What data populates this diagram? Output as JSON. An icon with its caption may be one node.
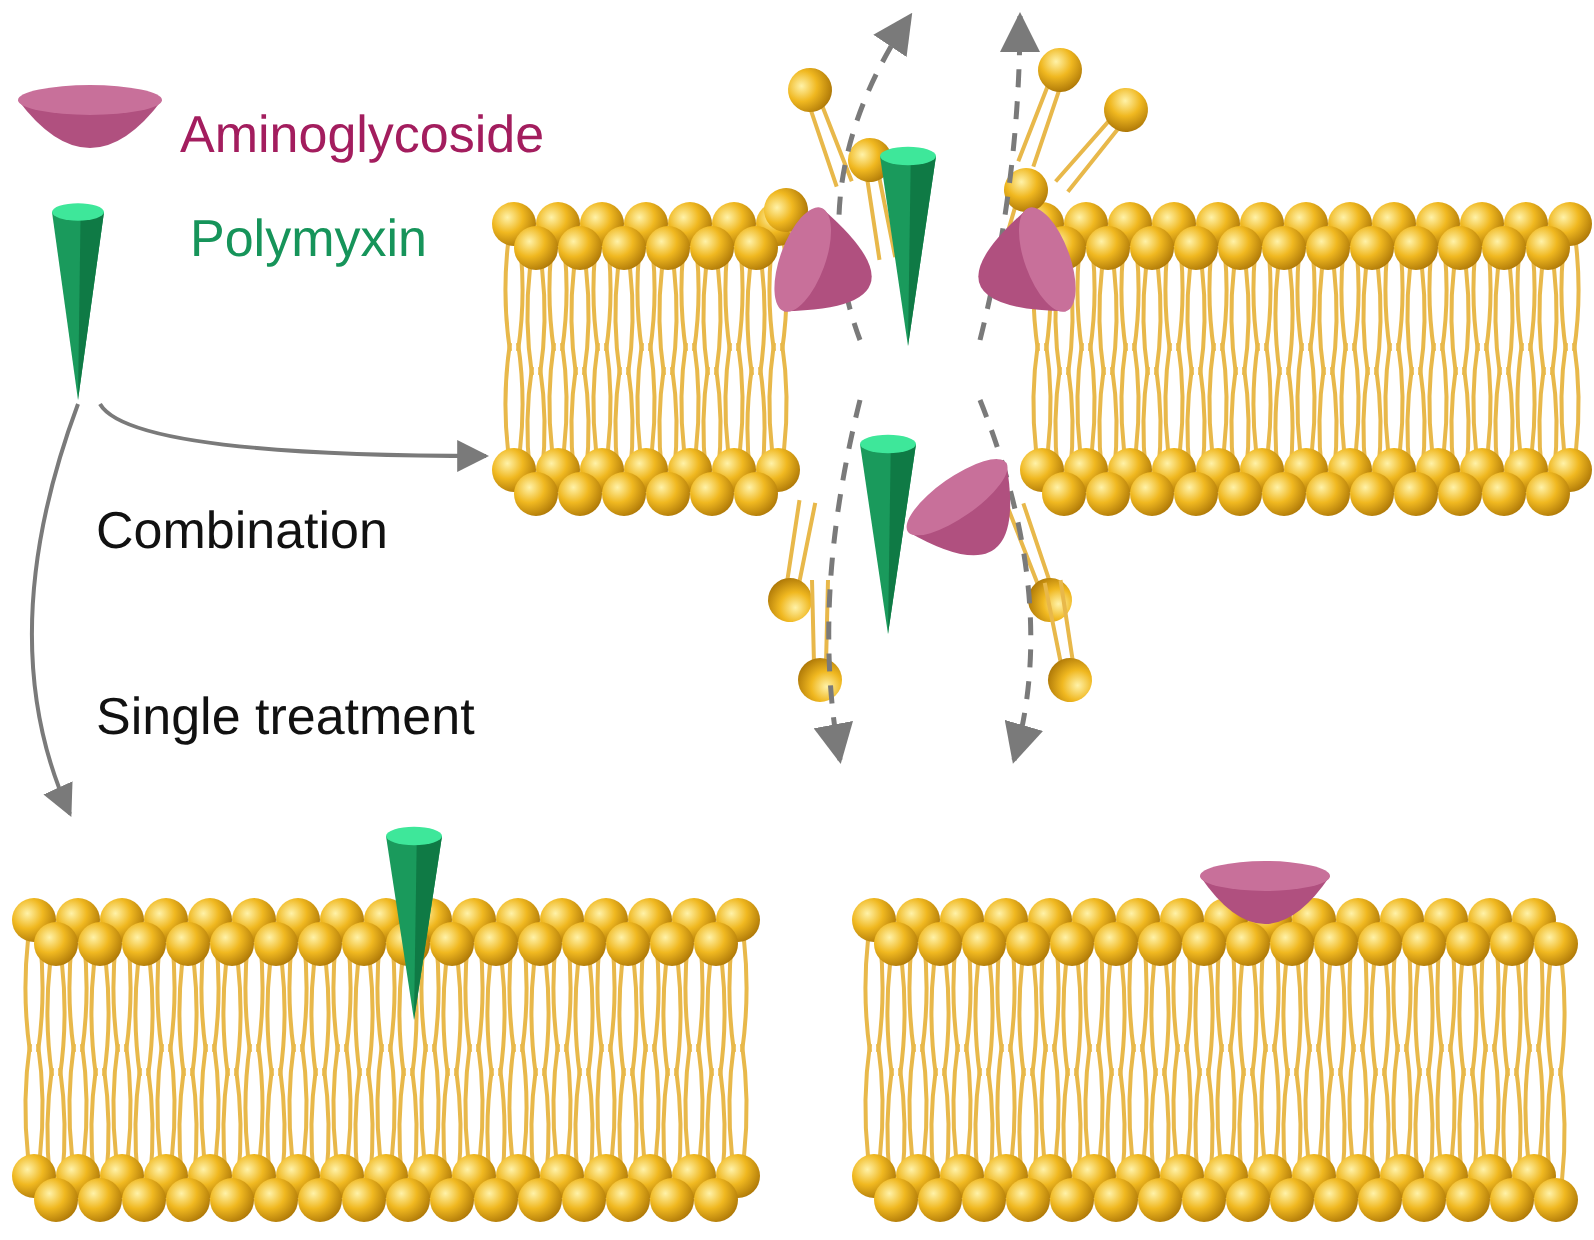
{
  "diagram": {
    "nodes": [
      {
        "text": [
          "Aminoglycoside"
        ]
      },
      {
        "text": [
          "Polymyxin"
        ]
      },
      {
        "text": [],
        "shape": "picture"
      },
      {
        "text": [],
        "shape": "picture"
      },
      {
        "text": [],
        "shape": "picture"
      }
    ],
    "edges": [
      {
        "from": 1,
        "to": 2,
        "arrow": "to",
        "label": "Combination"
      },
      {
        "from": 1,
        "to": 3,
        "arrow": "to",
        "label": "Single treatment"
      }
    ]
  }
}
